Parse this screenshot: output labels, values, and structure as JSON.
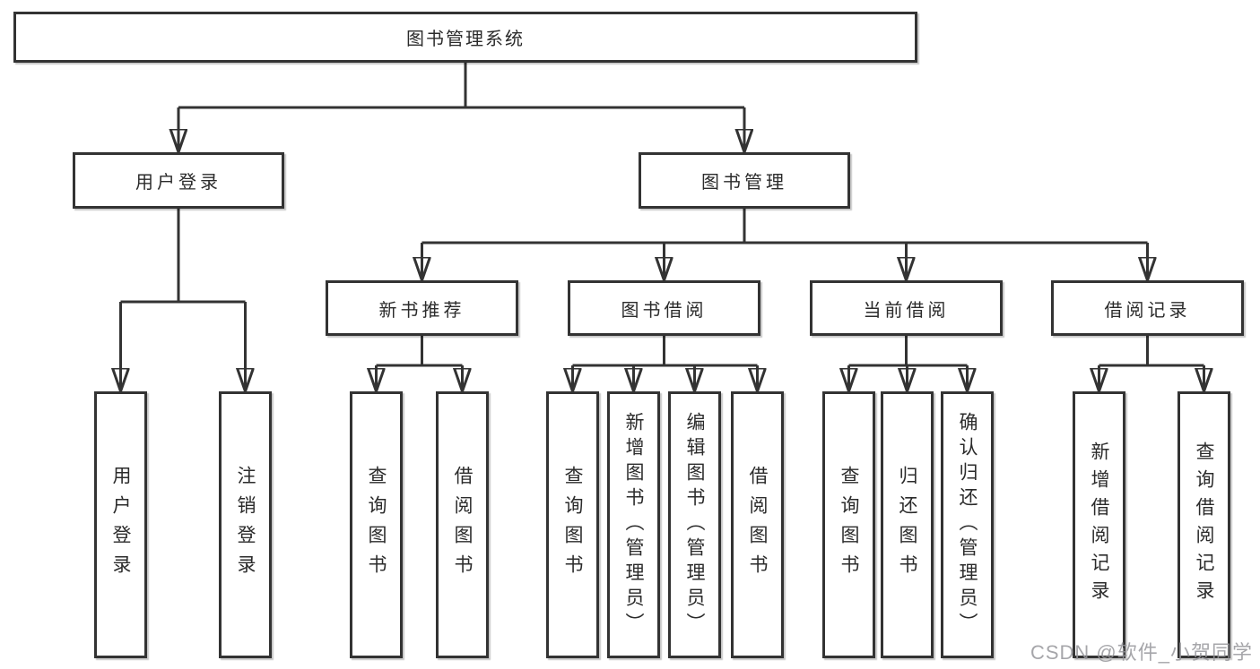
{
  "style": {
    "line_color": "#333333",
    "box_border_color": "#333333",
    "text_color": "#2b2b2b",
    "watermark_color": "#9a9a9f",
    "background": "#ffffff"
  },
  "tree": {
    "root": {
      "label": "图书管理系统"
    },
    "login": {
      "label": "用户登录",
      "children": [
        {
          "label": "用户登录"
        },
        {
          "label": "注销登录"
        }
      ]
    },
    "manage": {
      "label": "图书管理",
      "groups": [
        {
          "label": "新书推荐",
          "children": [
            {
              "label": "查询图书"
            },
            {
              "label": "借阅图书"
            }
          ]
        },
        {
          "label": "图书借阅",
          "children": [
            {
              "label": "查询图书"
            },
            {
              "label": "新增图书（管理员）"
            },
            {
              "label": "编辑图书（管理员）"
            },
            {
              "label": "借阅图书"
            }
          ]
        },
        {
          "label": "当前借阅",
          "children": [
            {
              "label": "查询图书"
            },
            {
              "label": "归还图书"
            },
            {
              "label": "确认归还（管理员）"
            }
          ]
        },
        {
          "label": "借阅记录",
          "children": [
            {
              "label": "新增借阅记录"
            },
            {
              "label": "查询借阅记录"
            }
          ]
        }
      ]
    }
  },
  "watermark": {
    "text": "CSDN @软件_小贺同学"
  }
}
